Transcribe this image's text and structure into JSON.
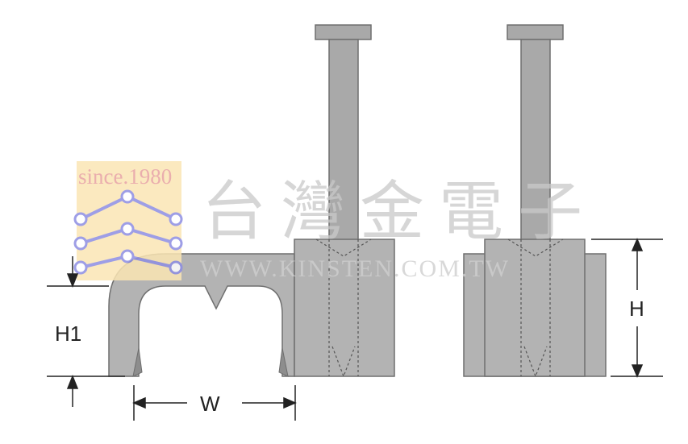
{
  "labels": {
    "h1": "H1",
    "w": "W",
    "h": "H"
  },
  "watermark": {
    "since": "since.1980",
    "company": "台灣金電子",
    "url": "WWW.KINSTEN.COM.TW"
  },
  "colors": {
    "part_fill": "#b3b3b3",
    "part_stroke": "#6f6f6f",
    "nail_fill": "#a9a9a9",
    "dim_line": "#222222",
    "logo_bg": "#fbe6b4",
    "logo_wave": "#8e8ee2"
  }
}
